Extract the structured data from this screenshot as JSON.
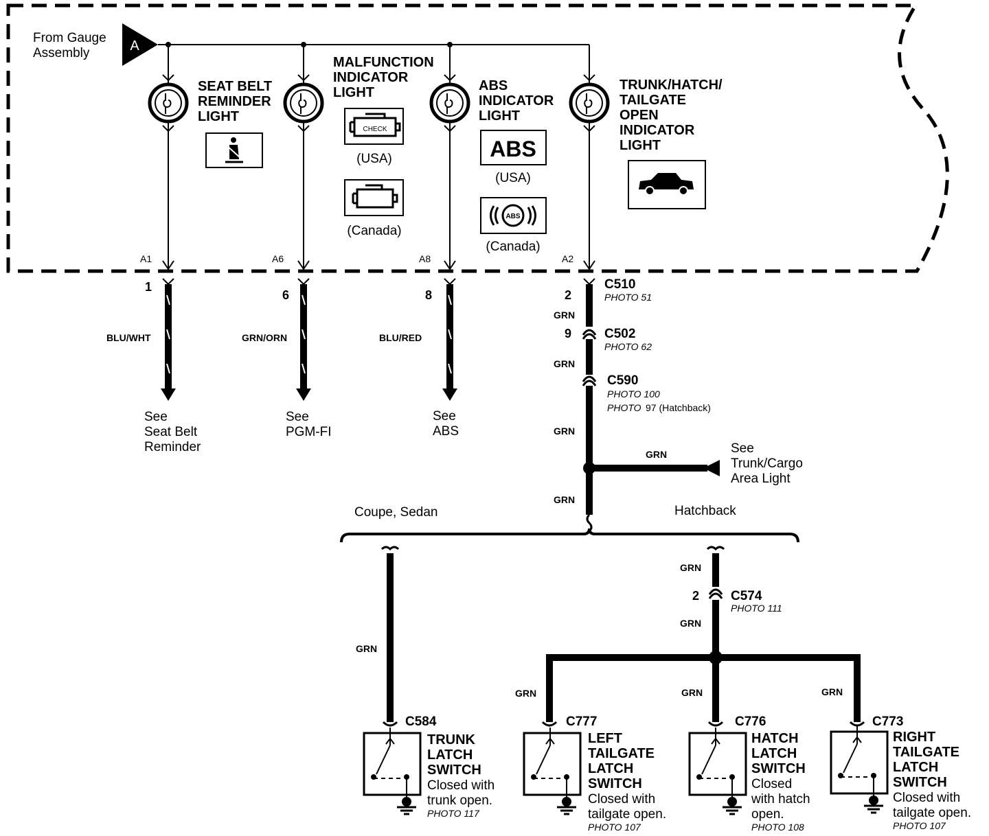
{
  "source": {
    "line1": "From Gauge",
    "line2": "Assembly",
    "connector": "A"
  },
  "lights": [
    {
      "label": [
        "SEAT BELT",
        "REMINDER",
        "LIGHT"
      ],
      "pin": "A1"
    },
    {
      "label": [
        "MALFUNCTION",
        "INDICATOR",
        "LIGHT"
      ],
      "pin": "A6",
      "icon_usa_text": "CHECK",
      "usa": "(USA)",
      "canada": "(Canada)"
    },
    {
      "label": [
        "ABS",
        "INDICATOR",
        "LIGHT"
      ],
      "pin": "A8",
      "icon_usa_text": "ABS",
      "icon_canada_text": "ABS",
      "usa": "(USA)",
      "canada": "(Canada)"
    },
    {
      "label": [
        "TRUNK/HATCH/",
        "TAILGATE",
        "OPEN",
        "INDICATOR",
        "LIGHT"
      ],
      "pin": "A2"
    }
  ],
  "outputs": [
    {
      "num": "1",
      "wire": "BLU/WHT",
      "see": [
        "See",
        "Seat Belt",
        "Reminder"
      ]
    },
    {
      "num": "6",
      "wire": "GRN/ORN",
      "see": [
        "See",
        "PGM-FI"
      ]
    },
    {
      "num": "8",
      "wire": "BLU/RED",
      "see": [
        "See",
        "ABS"
      ]
    }
  ],
  "trunk_circuit": {
    "c510": {
      "num": "2",
      "name": "C510",
      "photo": "PHOTO 51"
    },
    "c502": {
      "num": "9",
      "name": "C502",
      "photo": "PHOTO 62"
    },
    "c590": {
      "name": "C590",
      "photo1": "PHOTO 100",
      "photo2_a": "PHOTO",
      "photo2_b": "97 (Hatchback)"
    },
    "wire": "GRN",
    "cargo": [
      "See",
      "Trunk/Cargo",
      "Area Light"
    ],
    "branch_left": "Coupe, Sedan",
    "branch_right": "Hatchback",
    "c574": {
      "num": "2",
      "name": "C574",
      "photo": "PHOTO 111"
    }
  },
  "switches": [
    {
      "conn": "C584",
      "label": [
        "TRUNK",
        "LATCH",
        "SWITCH"
      ],
      "desc": [
        "Closed with",
        "trunk open."
      ],
      "photo": "PHOTO 117"
    },
    {
      "conn": "C777",
      "label": [
        "LEFT",
        "TAILGATE",
        "LATCH",
        "SWITCH"
      ],
      "desc": [
        "Closed with",
        "tailgate open."
      ],
      "photo": "PHOTO 107"
    },
    {
      "conn": "C776",
      "label": [
        "HATCH",
        "LATCH",
        "SWITCH"
      ],
      "desc": [
        "Closed",
        "with hatch",
        "open."
      ],
      "photo": "PHOTO 108"
    },
    {
      "conn": "C773",
      "label": [
        "RIGHT",
        "TAILGATE",
        "LATCH",
        "SWITCH"
      ],
      "desc": [
        "Closed with",
        "tailgate open."
      ],
      "photo": "PHOTO 107"
    }
  ]
}
